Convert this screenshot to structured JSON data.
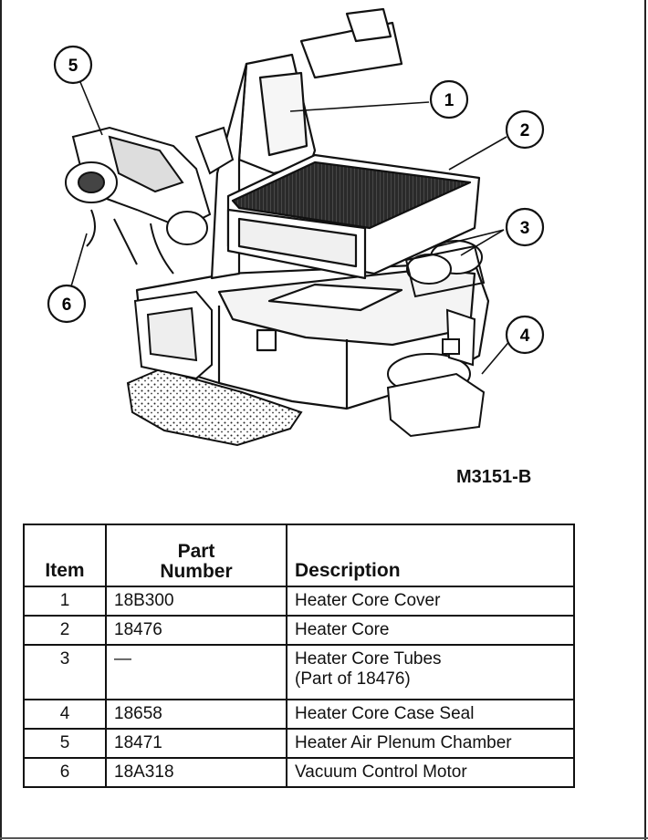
{
  "figure_code": "M3151-B",
  "callouts": [
    "1",
    "2",
    "3",
    "4",
    "5",
    "6"
  ],
  "table": {
    "headers": {
      "item": "Item",
      "part_line1": "Part",
      "part_line2": "Number",
      "description": "Description"
    },
    "rows": [
      {
        "item": "1",
        "part": "18B300",
        "desc": [
          "Heater Core Cover"
        ]
      },
      {
        "item": "2",
        "part": "18476",
        "desc": [
          "Heater Core"
        ]
      },
      {
        "item": "3",
        "part": "—",
        "desc": [
          "Heater Core Tubes",
          "(Part of 18476)"
        ]
      },
      {
        "item": "4",
        "part": "18658",
        "desc": [
          "Heater Core Case Seal"
        ]
      },
      {
        "item": "5",
        "part": "18471",
        "desc": [
          "Heater Air Plenum Chamber"
        ]
      },
      {
        "item": "6",
        "part": "18A318",
        "desc": [
          "Vacuum Control Motor"
        ]
      }
    ]
  }
}
